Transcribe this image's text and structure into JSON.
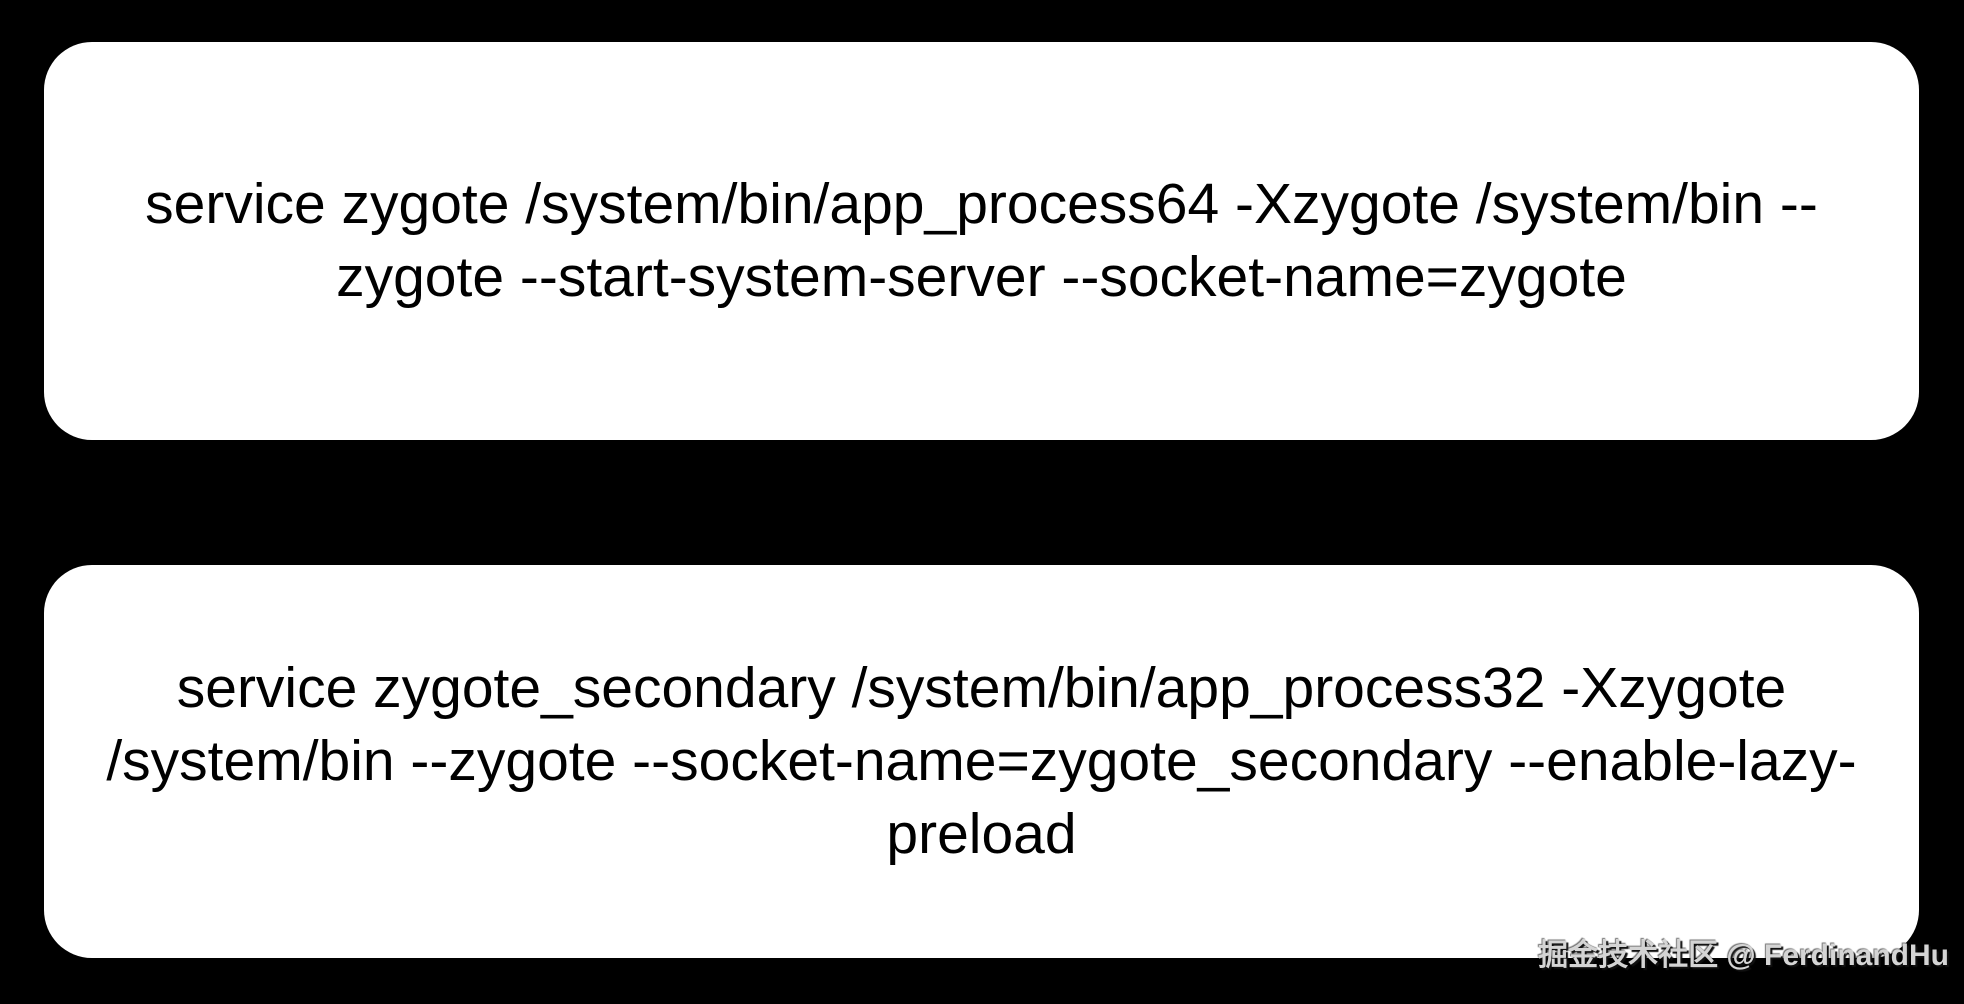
{
  "colors": {
    "background": "#000000",
    "card_background": "#ffffff",
    "command_text": "#000000",
    "watermark_text": "#d4d4d4"
  },
  "cards": [
    {
      "name": "zygote",
      "command": "service zygote /system/bin/app_process64 -Xzygote /system/bin --zygote --start-system-server --socket-name=zygote",
      "lines": [
        "service zygote /system/bin/app_process64 -Xzygote /system/bin --",
        "zygote --start-system-server --socket-name=zygote"
      ]
    },
    {
      "name": "zygote_secondary",
      "command": "service zygote_secondary /system/bin/app_process32 -Xzygote /system/bin --zygote --socket-name=zygote_secondary --enable-lazy-preload",
      "lines": [
        "service zygote_secondary /system/bin/app_process32 -Xzygote",
        "/system/bin --zygote --socket-name=zygote_secondary --enable-lazy-",
        "preload"
      ]
    }
  ],
  "watermark": {
    "text": "掘金技术社区 @ FerdinandHu"
  }
}
